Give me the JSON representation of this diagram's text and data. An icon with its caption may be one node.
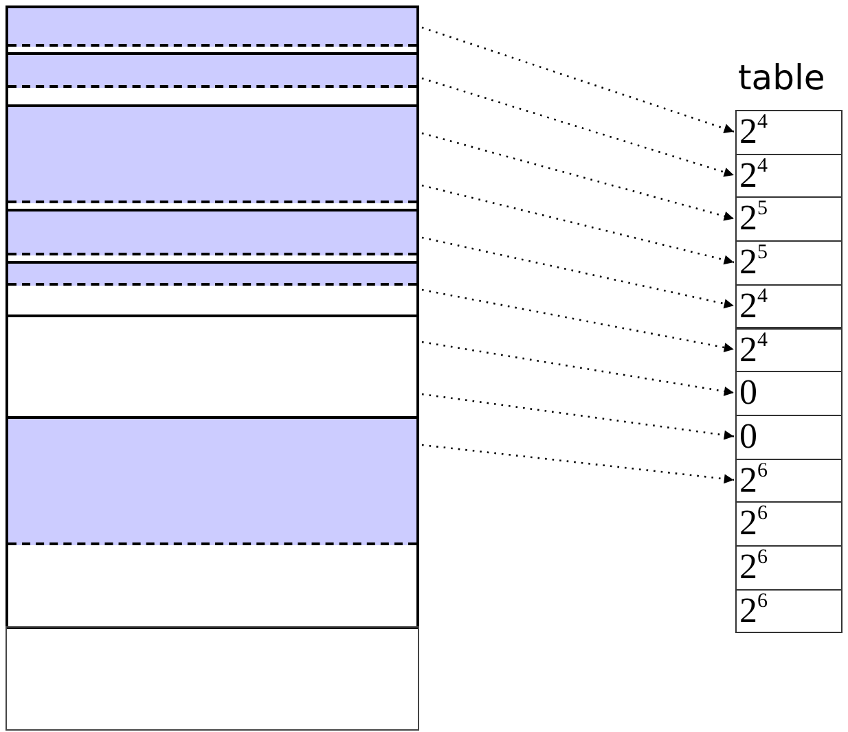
{
  "diagram": {
    "nodes": [
      {
        "text": [],
        "shape": "box"
      },
      {
        "text": [],
        "shape": "box"
      },
      {
        "text": [],
        "shape": "box"
      },
      {
        "text": [],
        "shape": "box"
      },
      {
        "text": [],
        "shape": "box"
      },
      {
        "text": [],
        "shape": "box"
      },
      {
        "text": [],
        "shape": "box"
      },
      {
        "text": [],
        "shape": "box"
      },
      {
        "text": [
          "table"
        ]
      },
      {
        "text": [
          "2$^{4}$"
        ],
        "in": 8
      },
      {
        "text": [
          "2$^{4}$"
        ],
        "in": 8
      },
      {
        "text": [
          "2$^{5}$"
        ],
        "in": 8
      },
      {
        "text": [
          "2$^{5}$"
        ],
        "in": 8
      },
      {
        "text": [
          "2$^{4}$"
        ],
        "in": 8
      },
      {
        "text": [
          "2$^{4}$"
        ],
        "in": 8
      },
      {
        "text": [
          "0"
        ],
        "in": 8
      },
      {
        "text": [
          "0"
        ],
        "in": 8
      },
      {
        "text": [
          "2$^{6}$"
        ],
        "in": 8
      },
      {
        "text": [
          "2$^{6}$"
        ],
        "in": 8
      },
      {
        "text": [
          "2$^{6}$"
        ],
        "in": 8
      },
      {
        "text": [
          "2$^{6}$"
        ],
        "in": 8
      }
    ],
    "edges": [
      {
        "from": 0,
        "to": 9,
        "arrow": "to",
        "style": "dashed"
      },
      {
        "from": 1,
        "to": 10,
        "arrow": "to",
        "style": "dashed"
      },
      {
        "from": 2,
        "to": 11,
        "arrow": "to",
        "style": "dashed"
      },
      {
        "from": 2,
        "to": 12,
        "arrow": "to",
        "style": "dashed"
      },
      {
        "from": 3,
        "to": 13,
        "arrow": "to",
        "style": "dashed"
      },
      {
        "from": 4,
        "to": 14,
        "arrow": "to",
        "style": "dashed"
      },
      {
        "from": 5,
        "to": 15,
        "arrow": "to",
        "style": "dashed"
      },
      {
        "from": 5,
        "to": 16,
        "arrow": "to",
        "style": "dashed"
      },
      {
        "from": 6,
        "to": 17,
        "arrow": "to",
        "style": "dashed"
      }
    ]
  }
}
